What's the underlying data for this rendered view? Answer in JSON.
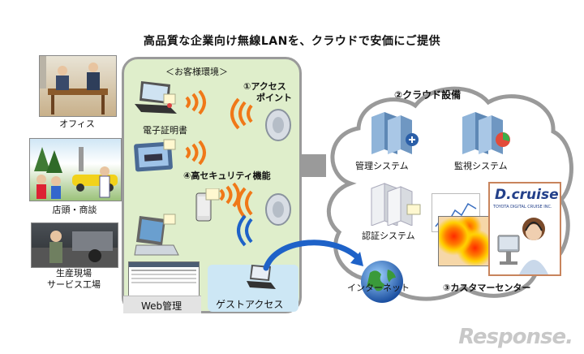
{
  "title": "高品質な企業向け無線LANを、クラウドで安価にご提供",
  "left": {
    "office_label": "オフィス",
    "store_label": "店頭・商談",
    "factory_label_1": "生産現場",
    "factory_label_2": "サービス工場"
  },
  "panel": {
    "header": "＜お客様環境＞",
    "access_point_1": "①アクセス",
    "access_point_2": "ポイント",
    "e_cert": "電子証明書",
    "security": "④高セキュリティ機能",
    "web_mgmt": "Web管理",
    "guest_access": "ゲストアクセス"
  },
  "cloud": {
    "title": "②クラウド設備",
    "mgmt_system": "管理システム",
    "monitor_system": "監視システム",
    "auth_system": "認証システム",
    "internet": "インターネット",
    "customer_center": "③カスタマーセンター"
  },
  "dcruise": {
    "brand": "D.cruise",
    "sub": "TOYOTA DIGITAL CRUISE INC."
  },
  "watermark": "Response."
}
